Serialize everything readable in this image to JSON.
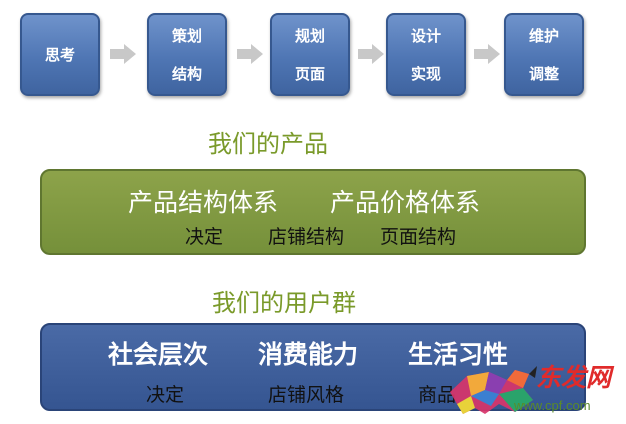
{
  "process_steps": [
    {
      "line1": "思考",
      "line2": ""
    },
    {
      "line1": "策划",
      "line2": "结构"
    },
    {
      "line1": "规划",
      "line2": "页面"
    },
    {
      "line1": "设计",
      "line2": "实现"
    },
    {
      "line1": "维护",
      "line2": "调整"
    }
  ],
  "products_section": {
    "title": "我们的产品",
    "main_items": [
      "产品结构体系",
      "产品价格体系"
    ],
    "sub_items": [
      "决定",
      "店铺结构",
      "页面结构"
    ]
  },
  "users_section": {
    "title": "我们的用户群",
    "main_items": [
      "社会层次",
      "消费能力",
      "生活习性"
    ],
    "sub_items": [
      "决定",
      "店铺风格",
      "商品"
    ]
  },
  "watermark": {
    "logo_text": "东发网",
    "url": "www.cpf.com"
  },
  "colors": {
    "step_fill": "#4f76b4",
    "arrow": "#c8c8c8",
    "title_green": "#7a9a2a",
    "band_green": "#7f9940",
    "band_blue": "#3f5f9c"
  }
}
